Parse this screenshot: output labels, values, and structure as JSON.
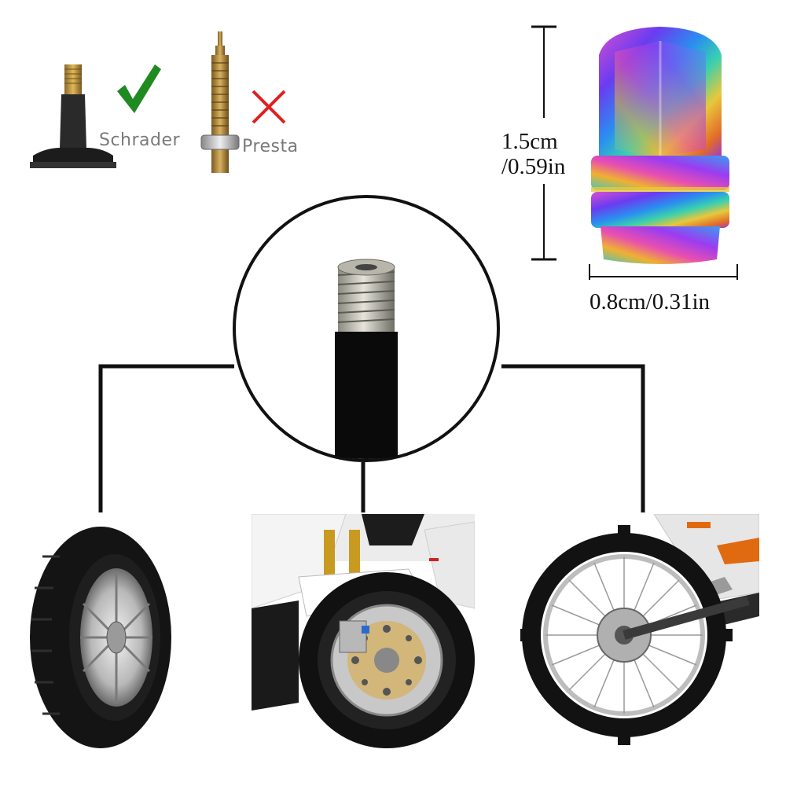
{
  "valve_types": {
    "compatible_label": "Schrader",
    "incompatible_label": "Presta",
    "compatible_icon": "check-mark-icon",
    "incompatible_icon": "cross-mark-icon",
    "check_color": "#1f8a1f",
    "cross_color": "#e02020"
  },
  "dimensions": {
    "height_line1": "1.5cm",
    "height_line2": "/0.59in",
    "width": "0.8cm/0.31in"
  },
  "applications": [
    "car tire",
    "sport motorcycle",
    "dirt bike"
  ]
}
